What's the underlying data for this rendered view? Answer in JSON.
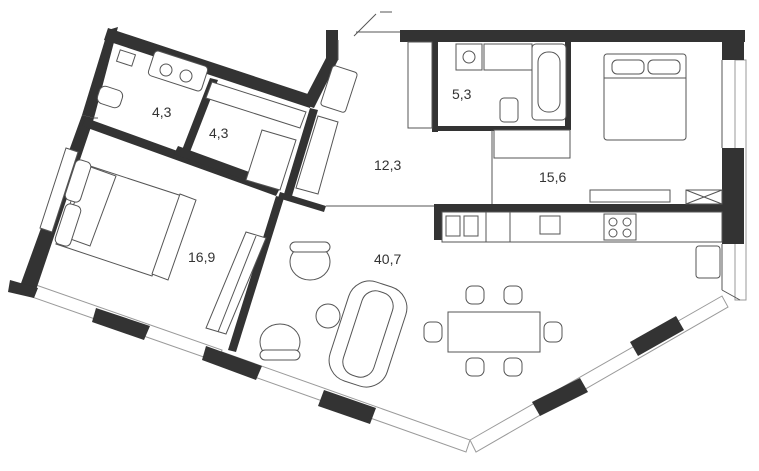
{
  "rooms": [
    {
      "id": "bathroom-1",
      "area": "4,3"
    },
    {
      "id": "wardrobe",
      "area": "4,3"
    },
    {
      "id": "bathroom-2",
      "area": "5,3"
    },
    {
      "id": "hallway",
      "area": "12,3"
    },
    {
      "id": "bedroom-2",
      "area": "15,6"
    },
    {
      "id": "bedroom-1",
      "area": "16,9"
    },
    {
      "id": "living-kitchen",
      "area": "40,7"
    }
  ]
}
